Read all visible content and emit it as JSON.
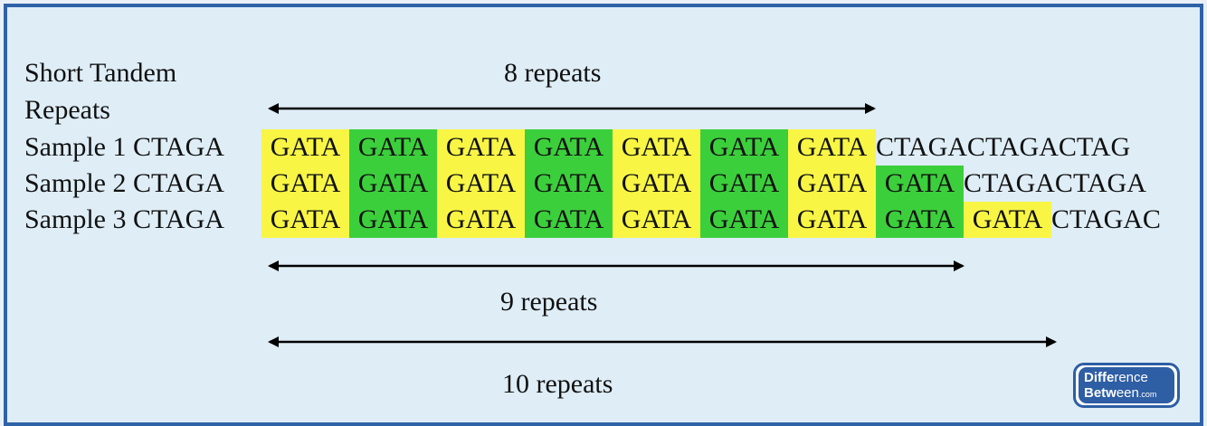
{
  "title_lines": [
    "Short Tandem",
    "Repeats"
  ],
  "repeat_unit": "GATA",
  "samples": [
    {
      "label": "Sample 1",
      "prefix": "CTAGA",
      "repeats": [
        "GATA",
        "GATA",
        "GATA",
        "GATA",
        "GATA",
        "GATA",
        "GATA"
      ],
      "suffix": "CTAGACTAGACTAG"
    },
    {
      "label": "Sample 2",
      "prefix": "CTAGA",
      "repeats": [
        "GATA",
        "GATA",
        "GATA",
        "GATA",
        "GATA",
        "GATA",
        "GATA",
        "GATA"
      ],
      "suffix": "CTAGACTAGA"
    },
    {
      "label": "Sample 3",
      "prefix": "CTAGA",
      "repeats": [
        "GATA",
        "GATA",
        "GATA",
        "GATA",
        "GATA",
        "GATA",
        "GATA",
        "GATA",
        "GATA"
      ],
      "suffix": "CTAGAC"
    }
  ],
  "labels": {
    "eight": "8 repeats",
    "nine": "9 repeats",
    "ten": "10 repeats"
  },
  "colors": {
    "yellow": "#f8f545",
    "green": "#3ccf3c",
    "border": "#2f63a8",
    "background": "#deedf6"
  },
  "logo": {
    "line1_a": "Diffe",
    "line1_b": "rence",
    "line2_a": "Betw",
    "line2_b": "een",
    "line2_c": ".com"
  }
}
